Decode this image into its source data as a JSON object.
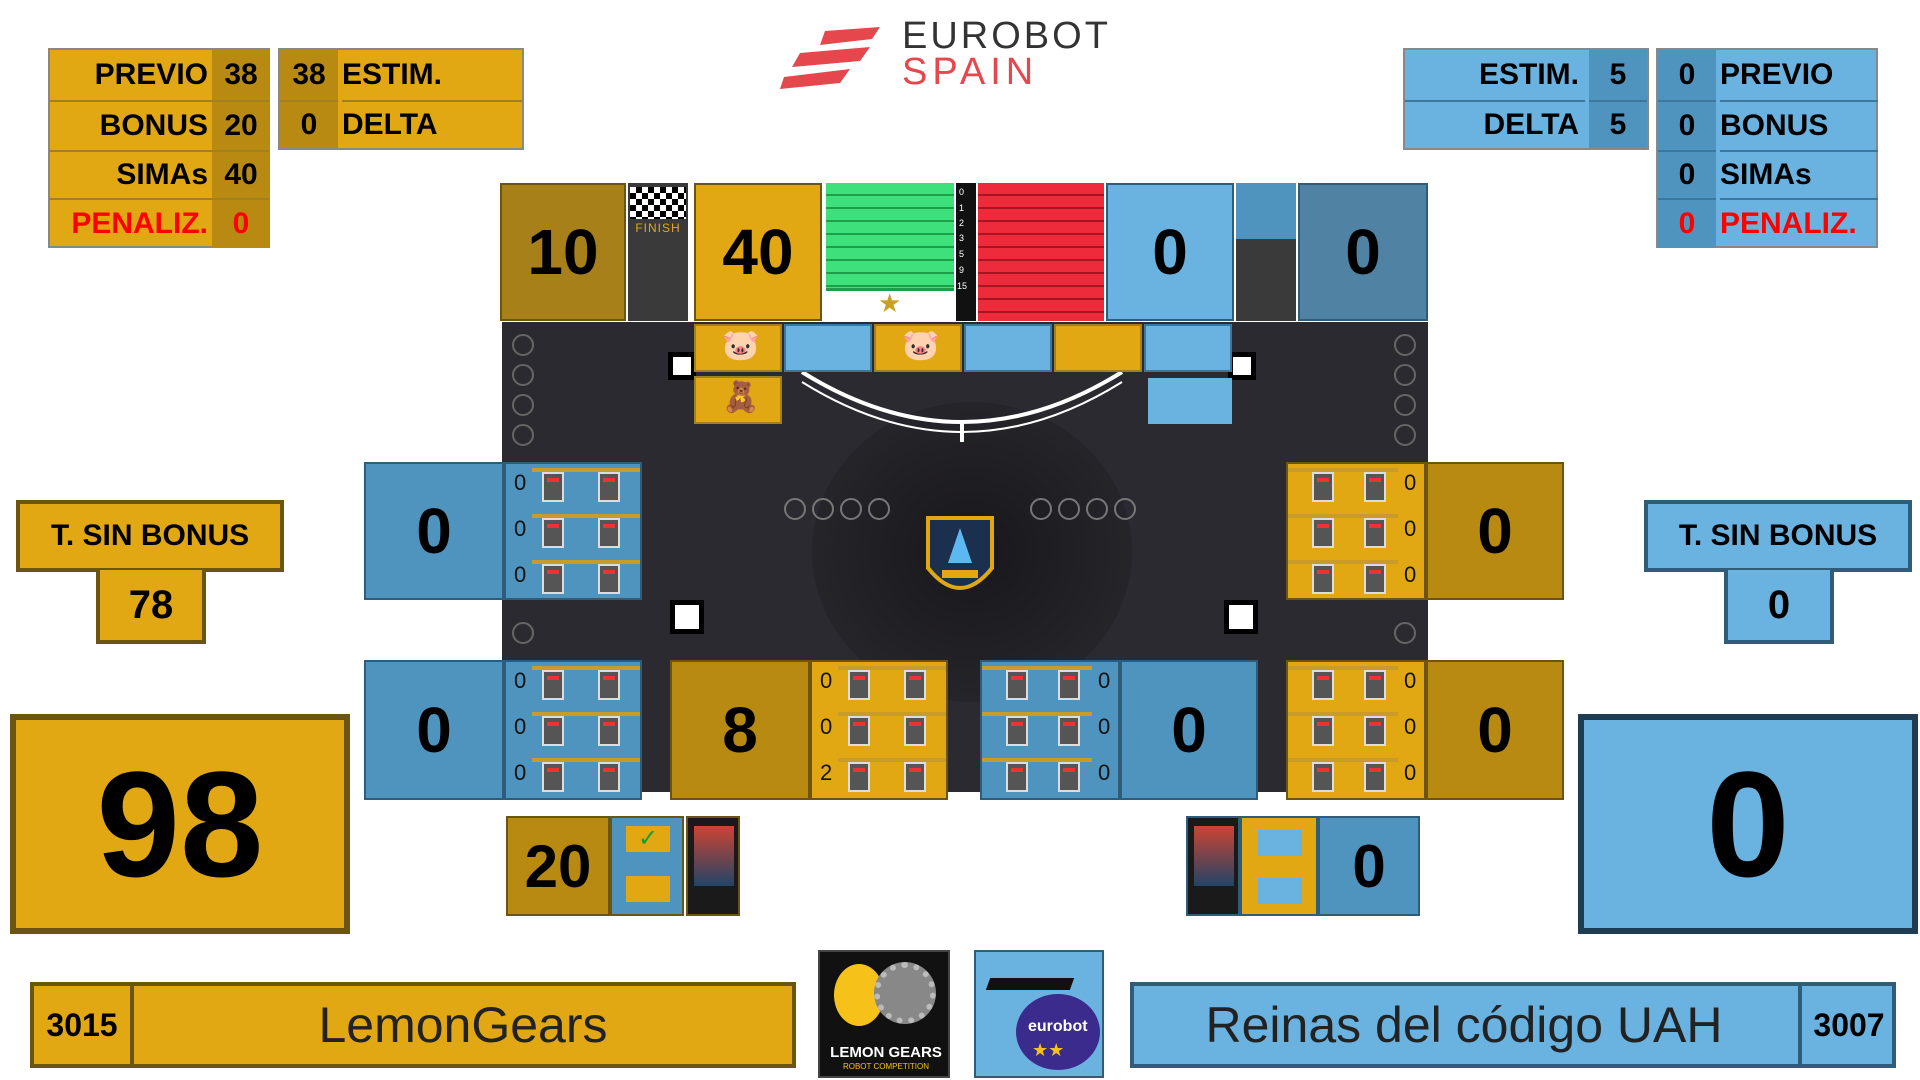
{
  "brand": {
    "line1": "EUROBOT",
    "line2": "SPAIN"
  },
  "left": {
    "previo_label": "PREVIO",
    "previo": "38",
    "estim": "38",
    "estim_label": "ESTIM.",
    "bonus_label": "BONUS",
    "bonus": "20",
    "delta": "0",
    "delta_label": "DELTA",
    "simas_label": "SIMAs",
    "simas": "40",
    "penaliz_label": "PENALIZ.",
    "penaliz": "0",
    "sin_bonus_label": "T. SIN BONUS",
    "sin_bonus": "78",
    "total": "98",
    "team_number": "3015",
    "team_name": "LemonGears",
    "backstage": "20"
  },
  "right": {
    "estim_label": "ESTIM.",
    "estim": "5",
    "previo": "0",
    "previo_label": "PREVIO",
    "delta_label": "DELTA",
    "delta": "5",
    "bonus": "0",
    "bonus_label": "BONUS",
    "simas": "0",
    "simas_label": "SIMAs",
    "penaliz": "0",
    "penaliz_label": "PENALIZ.",
    "sin_bonus_label": "T. SIN BONUS",
    "sin_bonus": "0",
    "total": "0",
    "team_number": "3007",
    "team_name": "Reinas del código UAH",
    "backstage": "0"
  },
  "top": {
    "finish_left": "10",
    "finish_label": "FINISH",
    "concert_left": "40",
    "concert_right": "0",
    "finish_right": "0",
    "ladder": [
      "0",
      "1",
      "2",
      "3",
      "5",
      "9",
      "15"
    ]
  },
  "zones": {
    "left_mid": "0",
    "left_mid_counts": [
      "0",
      "0",
      "0"
    ],
    "right_mid": "0",
    "right_mid_counts": [
      "0",
      "0",
      "0"
    ],
    "left_low": "0",
    "left_low_counts": [
      "0",
      "0",
      "0"
    ],
    "center_left": "8",
    "center_left_counts": [
      "0",
      "0",
      "2"
    ],
    "center_right": "0",
    "center_right_counts": [
      "0",
      "0",
      "0"
    ],
    "right_low": "0",
    "right_low_counts": [
      "0",
      "0",
      "0"
    ]
  },
  "colors": {
    "yellow": "#e2a813",
    "blue": "#6ab3e0",
    "penalty": "#ff0000"
  },
  "logos": {
    "left": "LEMON GEARS",
    "left_sub": "ROBOT COMPETITION",
    "right": "eurobot"
  }
}
